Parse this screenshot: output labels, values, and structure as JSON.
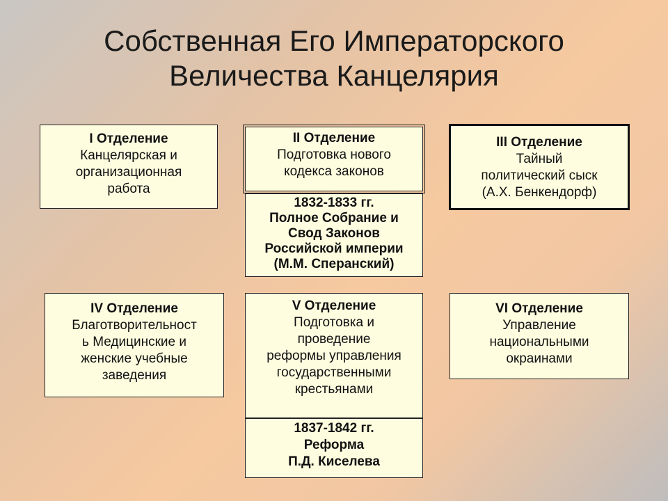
{
  "title": {
    "line1": "Собственная Его Императорского",
    "line2": "Величества Канцелярия"
  },
  "departments": [
    {
      "heading": "I Отделение",
      "text": "Канцелярская и\nорганизационная\nработа"
    },
    {
      "heading": "II Отделение",
      "text": "Подготовка нового\nкодекса законов"
    },
    {
      "heading": "III Отделение",
      "text": "Тайный\nполитический сыск\n(А.Х. Бенкендорф)"
    },
    {
      "heading": "IV Отделение",
      "text": "Благотворительност\nь  Медицинские и\nженские учебные\nзаведения"
    },
    {
      "heading": "V Отделение",
      "text": "Подготовка и\nпроведение\nреформы управления\nгосударственными\nкрестьянами"
    },
    {
      "heading": "VI Отделение",
      "text": "Управление\nнациональными\nокраинами"
    }
  ],
  "notes": [
    {
      "line1": "1832-1833 гг.",
      "line2": "Полное Собрание и",
      "line3": "Свод Законов",
      "line4": "Российской империи",
      "line5": "(М.М. Сперанский)"
    },
    {
      "line1": "1837-1842 гг.",
      "line2": "Реформа",
      "line3": "П.Д. Киселева"
    }
  ]
}
